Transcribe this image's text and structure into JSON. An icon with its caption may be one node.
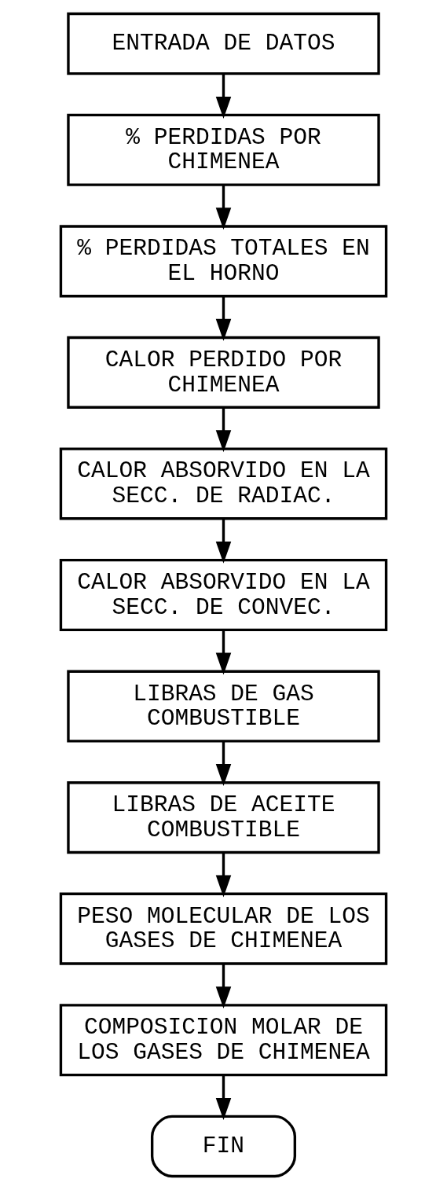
{
  "diagram": {
    "nodes": [
      {
        "text": [
          "ENTRADA DE DATOS"
        ]
      },
      {
        "text": [
          "% PERDIDAS POR CHIMENEA"
        ]
      },
      {
        "text": [
          "% PERDIDAS TOTALES EN EL HORNO"
        ]
      },
      {
        "text": [
          "CALOR PERDIDO POR CHIMENEA"
        ]
      },
      {
        "text": [
          "CALOR ABSORVIDO EN LA SECC. DE RADIAC."
        ]
      },
      {
        "text": [
          "CALOR ABSORVIDO EN LA SECC. DE CONVEC."
        ]
      },
      {
        "text": [
          "LIBRAS DE GAS COMBUSTIBLE"
        ]
      },
      {
        "text": [
          "LIBRAS DE ACEITE COMBUSTIBLE"
        ]
      },
      {
        "text": [
          "PESO MOLECULAR DE LOS GASES DE CHIMENEA"
        ]
      },
      {
        "text": [
          "COMPOSICION MOLAR DE LOS GASES DE CHIMENEA"
        ]
      },
      {
        "text": [
          "FIN"
        ]
      }
    ],
    "edges": [
      {
        "from": 0,
        "to": 1,
        "arrow": "to"
      },
      {
        "from": 1,
        "to": 2,
        "arrow": "to"
      },
      {
        "from": 2,
        "to": 3,
        "arrow": "to"
      },
      {
        "from": 3,
        "to": 4,
        "arrow": "to"
      },
      {
        "from": 4,
        "to": 5,
        "arrow": "to"
      },
      {
        "from": 5,
        "to": 6,
        "arrow": "to"
      },
      {
        "from": 6,
        "to": 7,
        "arrow": "to"
      },
      {
        "from": 7,
        "to": 8,
        "arrow": "to"
      },
      {
        "from": 8,
        "to": 9,
        "arrow": "to"
      },
      {
        "from": 9,
        "to": 10,
        "arrow": "to"
      }
    ]
  }
}
